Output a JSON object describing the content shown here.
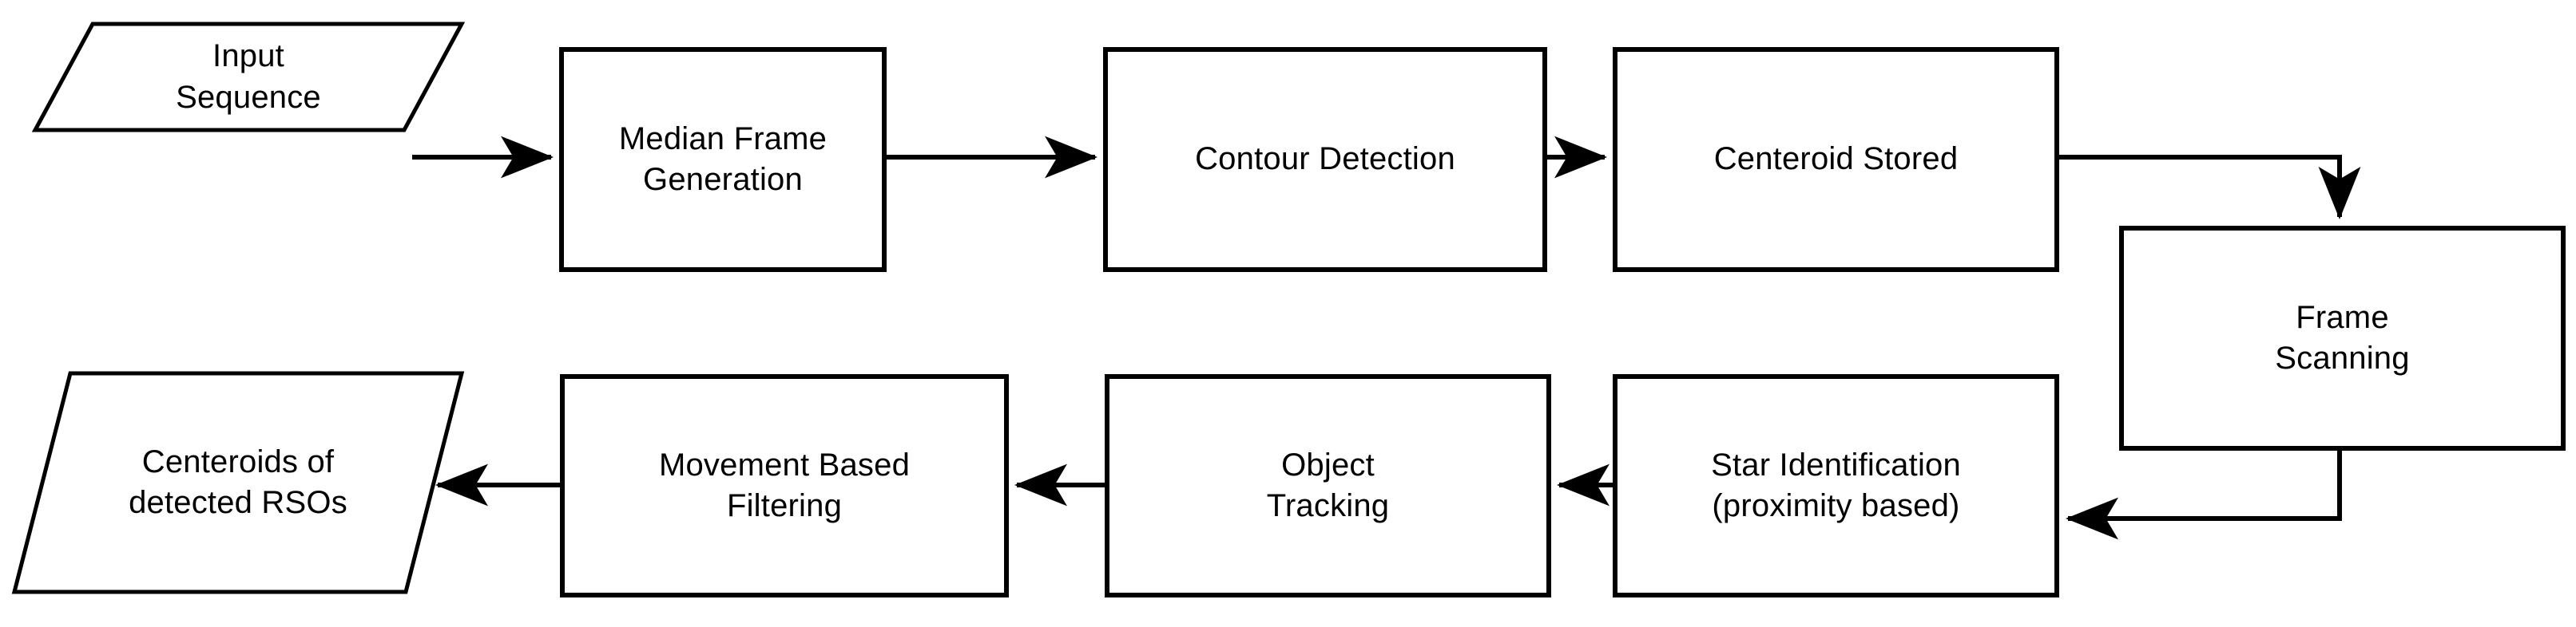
{
  "diagram": {
    "title": "RSO detection pipeline flowchart",
    "background_color": "#ffffff",
    "stroke_color": "#000000",
    "text_color": "#000000",
    "nodes": [
      {
        "id": "input-sequence",
        "shape": "parallelogram",
        "label": "Input\nSequence",
        "row": "top",
        "order": 1
      },
      {
        "id": "median-frame-generation",
        "shape": "rectangle",
        "label": "Median Frame\nGeneration",
        "row": "top",
        "order": 2
      },
      {
        "id": "contour-detection",
        "shape": "rectangle",
        "label": "Contour Detection",
        "row": "top",
        "order": 3
      },
      {
        "id": "centeroid-stored",
        "shape": "rectangle",
        "label": "Centeroid  Stored",
        "row": "top",
        "order": 4
      },
      {
        "id": "frame-scanning",
        "shape": "rectangle",
        "label": "Frame\nScanning",
        "row": "middle",
        "order": 5
      },
      {
        "id": "star-identification",
        "shape": "rectangle",
        "label": "Star Identification\n(proximity based)",
        "row": "bottom",
        "order": 6
      },
      {
        "id": "object-tracking",
        "shape": "rectangle",
        "label": "Object\nTracking",
        "row": "bottom",
        "order": 7
      },
      {
        "id": "movement-based-filtering",
        "shape": "rectangle",
        "label": "Movement Based\nFiltering",
        "row": "bottom",
        "order": 8
      },
      {
        "id": "centeroids-of-detected-rsos",
        "shape": "parallelogram",
        "label": "Centeroids of\ndetected RSOs",
        "row": "bottom",
        "order": 9
      }
    ],
    "edges": [
      {
        "from": "input-sequence",
        "to": "median-frame-generation",
        "direction": "right"
      },
      {
        "from": "median-frame-generation",
        "to": "contour-detection",
        "direction": "right"
      },
      {
        "from": "contour-detection",
        "to": "centeroid-stored",
        "direction": "right"
      },
      {
        "from": "centeroid-stored",
        "to": "frame-scanning",
        "direction": "right-then-down"
      },
      {
        "from": "frame-scanning",
        "to": "star-identification",
        "direction": "down-then-left"
      },
      {
        "from": "star-identification",
        "to": "object-tracking",
        "direction": "left"
      },
      {
        "from": "object-tracking",
        "to": "movement-based-filtering",
        "direction": "left"
      },
      {
        "from": "movement-based-filtering",
        "to": "centeroids-of-detected-rsos",
        "direction": "left"
      }
    ]
  }
}
